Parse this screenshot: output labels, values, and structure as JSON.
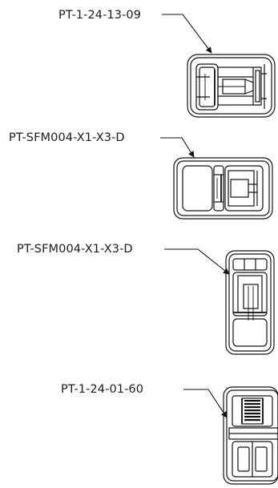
{
  "connectors": [
    {
      "part_number": "PT-1-24-13-09",
      "icon": "connector-housing-horizontal-icon"
    },
    {
      "part_number": "PT-SFM004-X1-X3-D",
      "icon": "connector-housing-horizontal-icon"
    },
    {
      "part_number": "PT-SFM004-X1-X3-D",
      "icon": "connector-housing-vertical-icon"
    },
    {
      "part_number": "PT-1-24-01-60",
      "icon": "connector-housing-vertical-icon"
    }
  ]
}
